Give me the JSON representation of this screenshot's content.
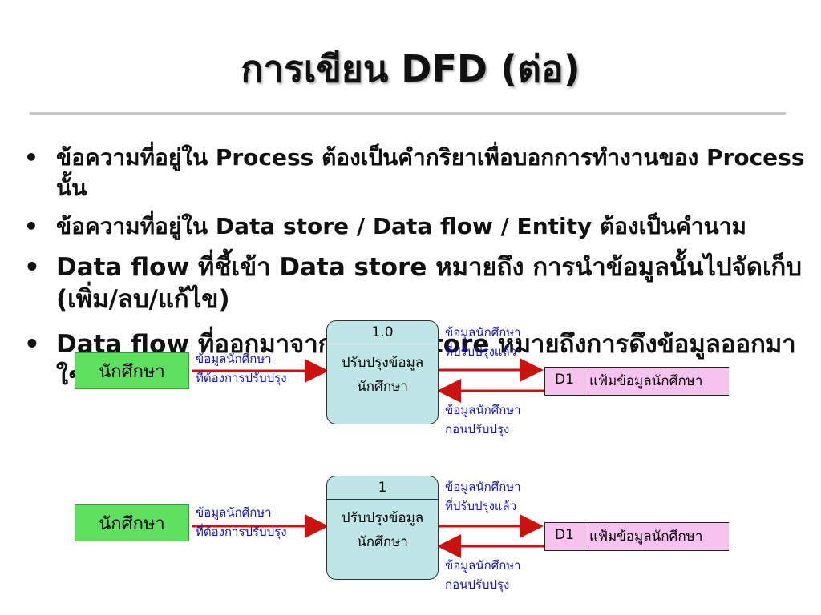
{
  "title": "การเขียน DFD (ต่อ)",
  "bullets": [
    {
      "pre": "ข้อความที่อยู่ใน ",
      "bold": "Process",
      "post": " ต้องเป็นคำกริยาเพื่อบอกการทำงานของ Process นั้น"
    },
    {
      "pre": "ข้อความที่อยู่ใน ",
      "bold": "Data store / Data flow / Entity",
      "post": " ต้องเป็นคำนาม"
    },
    {
      "text": "Data flow ที่ชี้เข้า Data store หมายถึง การนำข้อมูลนั้นไปจัดเก็บ (เพิ่ม/ลบ/แก้ไข)"
    },
    {
      "text": "Data flow ที่ออกมาจาก Data store หมายถึงการดึงข้อมูลออกมาใช้งาน"
    }
  ],
  "diagram_top": {
    "entity": "นักศึกษา",
    "process_id": "1.0",
    "process_name_1": "ปรับปรุงข้อมูล",
    "process_name_2": "นักศึกษา",
    "flow_in_1": "ข้อมูลนักศึกษา",
    "flow_in_2": "ที่ต้องการปรับปรุง",
    "flow_out_1": "ข้อมูลนักศึกษา",
    "flow_out_2": "ที่ปรับปรุงแล้ว",
    "flow_back_1": "ข้อมูลนักศึกษา",
    "flow_back_2": "ก่อนปรับปรุง",
    "store_id": "D1",
    "store_name": "แฟ้มข้อมูลนักศึกษา"
  },
  "diagram_bottom": {
    "entity": "นักศึกษา",
    "process_id": "1",
    "process_name_1": "ปรับปรุงข้อมูล",
    "process_name_2": "นักศึกษา",
    "flow_in_1": "ข้อมูลนักศึกษา",
    "flow_in_2": "ที่ต้องการปรับปรุง",
    "flow_out_1": "ข้อมูลนักศึกษา",
    "flow_out_2": "ที่ปรับปรุงแล้ว",
    "flow_back_1": "ข้อมูลนักศึกษา",
    "flow_back_2": "ก่อนปรับปรุง",
    "store_id": "D1",
    "store_name": "แฟ้มข้อมูลนักศึกษา"
  },
  "colors": {
    "entity": "#5ee05e",
    "process": "#bfe6e6",
    "store": "#f6c2ee",
    "arrow": "#cc1111",
    "flow_text": "#1515c8"
  }
}
